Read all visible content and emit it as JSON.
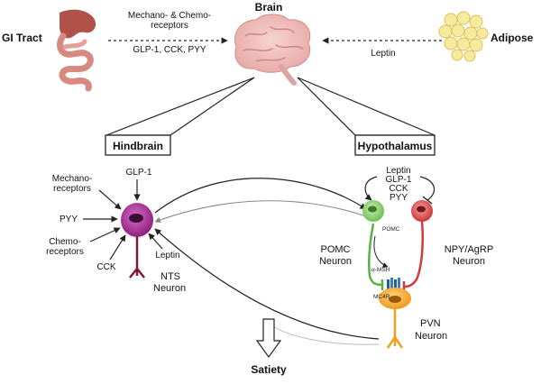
{
  "top": {
    "gi_tract": "GI Tract",
    "brain": "Brain",
    "adipose": "Adipose",
    "gi_signal_line1": "Mechano- & Chemo-",
    "gi_signal_line2": "receptors",
    "gi_signal_line3": "GLP-1, CCK, PYY",
    "adipose_signal": "Leptin"
  },
  "regions": {
    "hindbrain": "Hindbrain",
    "hypothalamus": "Hypothalamus"
  },
  "hindbrain_inputs": {
    "glp1": "GLP-1",
    "mechano_line1": "Mechano-",
    "mechano_line2": "receptors",
    "pyy": "PYY",
    "chemo_line1": "Chemo-",
    "chemo_line2": "receptors",
    "cck": "CCK",
    "leptin": "Leptin"
  },
  "nts_neuron": {
    "line1": "NTS",
    "line2": "Neuron"
  },
  "hypothalamus_inputs": {
    "line1": "Leptin",
    "line2": "GLP-1",
    "line3": "CCK",
    "line4": "PYY"
  },
  "pomc_neuron": {
    "cell_label": "POMC",
    "line1": "POMC",
    "line2": "Neuron"
  },
  "npy_neuron": {
    "line1": "NPY/AgRP",
    "line2": "Neuron"
  },
  "pvn_neuron": {
    "line1": "PVN",
    "line2": "Neuron"
  },
  "synapse": {
    "alpha_msh": "α-MSH",
    "mc4r": "MC4R"
  },
  "outcome": {
    "satiety": "Satiety"
  },
  "colors": {
    "nts": "#a3288f",
    "pomc": "#5bb043",
    "npy": "#d23a3a",
    "pvn": "#f0a020",
    "nts_axon": "#7a1c3c"
  }
}
